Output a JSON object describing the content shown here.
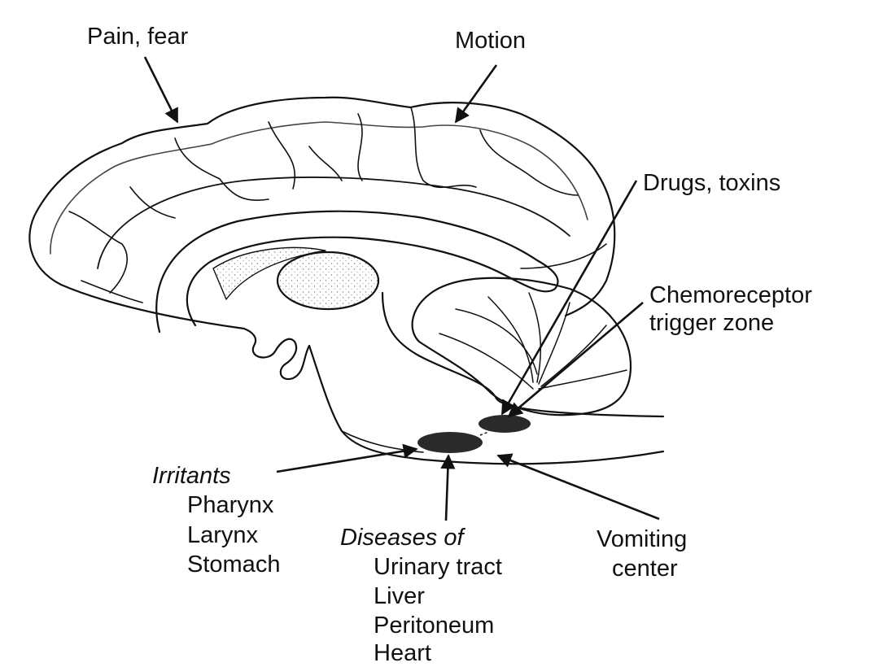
{
  "labels": {
    "pain_fear": "Pain, fear",
    "motion": "Motion",
    "drugs_toxins": "Drugs, toxins",
    "chemoreceptor_line1": "Chemoreceptor",
    "chemoreceptor_line2": "trigger zone",
    "irritants": "Irritants",
    "pharynx": "Pharynx",
    "larynx": "Larynx",
    "stomach": "Stomach",
    "diseases_of": "Diseases of",
    "urinary_tract": "Urinary tract",
    "liver": "Liver",
    "peritoneum": "Peritoneum",
    "heart": "Heart",
    "vomiting_line1": "Vomiting",
    "vomiting_line2": "center"
  },
  "colors": {
    "ink": "#111111",
    "nucleus_fill": "#2a2a2a",
    "background": "#ffffff"
  }
}
